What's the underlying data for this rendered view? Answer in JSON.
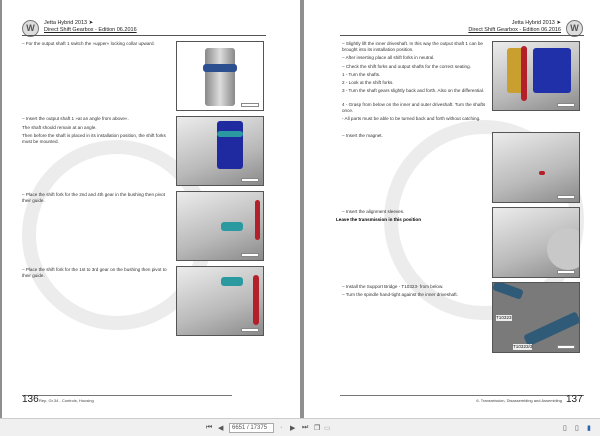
{
  "left_page": {
    "header": {
      "title": "Jetta Hybrid 2013 ➤",
      "subtitle": "Direct Shift Gearbox - Edition 06.2016"
    },
    "steps": [
      "–  For the output shaft 1 switch the »upper« locking collar upward.",
      "–  Insert the output shaft 1 »at an angle from above«.",
      "The shaft should remain at an angle.",
      "Then before the shaft is placed in its installation position, the shift forks must be mounted.",
      "–  Place the shift fork for the 2nd and 4th gear in the bushing then pivot their guide.",
      "–  Place the shift fork for the 1st to 3rd gear on the bushing then pivot to their guide."
    ],
    "page_number": "136",
    "footer": "Rep. Gr.34 - Controls, Housing"
  },
  "right_page": {
    "header": {
      "title": "Jetta Hybrid 2013 ➤",
      "subtitle": "Direct Shift Gearbox - Edition 06.2016"
    },
    "steps": [
      "–  Slightly lift the inner driveshaft. In this way the output shaft 1 can be brought into its installation position.",
      "–  After inserting place all shift forks in neutral.",
      "–  Check the shift forks and output shafts for the correct seating.",
      "1 -   Turn the shafts.",
      "2 -   Look at the shift forks.",
      "3 -   Turn the shaft gears slightly back and forth. Also on the differential.",
      "4 -   Grasp from below on the inner and outer driveshaft. Turn the shafts once.",
      "-  All parts must be able to be turned back and forth without catching.",
      "–  Insert the magnet.",
      "–  Insert the alignment sleeves.",
      "Leave the transmission in this position",
      "–  Install the Support Bridge - T10323- from below.",
      "–  Turn the spindle hand-tight against the inner driveshaft."
    ],
    "image_labels": [
      "T10323",
      "T10323/3"
    ],
    "page_number": "137",
    "footer": "6. Transmission, Disassembling and Assembling"
  },
  "toolbar": {
    "page_field": "6651 / 17375"
  }
}
